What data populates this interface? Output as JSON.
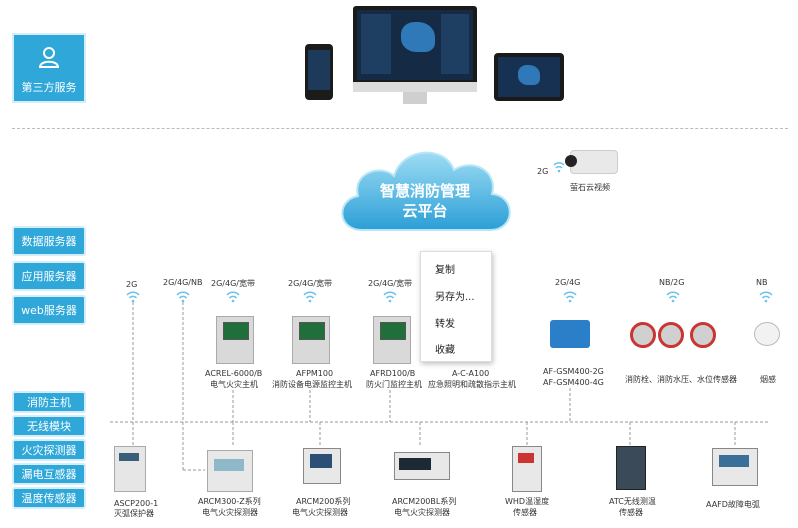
{
  "colors": {
    "accent": "#2fa7d9",
    "line": "#9a9a9a",
    "cloud": "#4fb6e0"
  },
  "third_party": {
    "label": "第三方服务",
    "icon": "user-icon"
  },
  "servers": [
    {
      "label": "数据服务器"
    },
    {
      "label": "应用服务器"
    },
    {
      "label": "web服务器"
    }
  ],
  "layers": [
    {
      "label": "消防主机"
    },
    {
      "label": "无线模块"
    },
    {
      "label": "火灾探测器"
    },
    {
      "label": "漏电互感器"
    },
    {
      "label": "温度传感器"
    }
  ],
  "cloud": {
    "line1": "智慧消防管理",
    "line2": "云平台"
  },
  "camera": {
    "network": "2G",
    "label": "萤石云视频"
  },
  "networks": {
    "n1": "2G",
    "n2": "2G/4G/NB",
    "n3": "2G/4G/宽带",
    "n4": "2G/4G/宽带",
    "n5": "2G/4G/宽带",
    "n6": "2G/4G",
    "n7": "NB/2G",
    "n8": "NB"
  },
  "context_menu": {
    "copy": "复制",
    "save_as": "另存为...",
    "forward": "转发",
    "favorite": "收藏"
  },
  "mid_devices": [
    {
      "name": "ACREL-6000/B",
      "desc": "电气火灾主机"
    },
    {
      "name": "AFPM100",
      "desc": "消防设备电源监控主机"
    },
    {
      "name": "AFRD100/B",
      "desc": "防火门监控主机"
    },
    {
      "name": "A-C-A100",
      "desc": "应急照明和疏散指示主机"
    },
    {
      "name": "AF-GSM400-2G",
      "desc": "AF-GSM400-4G"
    },
    {
      "name": "消防栓、消防水压、水位传感器"
    },
    {
      "name": "烟感"
    }
  ],
  "bottom_devices": [
    {
      "name": "ASCP200-1",
      "desc": "灭弧保护器"
    },
    {
      "name": "ARCM300-Z系列",
      "desc": "电气火灾探测器"
    },
    {
      "name": "ARCM200系列",
      "desc": "电气火灾探测器"
    },
    {
      "name": "ARCM200BL系列",
      "desc": "电气火灾探测器"
    },
    {
      "name": "WHD温湿度",
      "desc": "传感器"
    },
    {
      "name": "ATC无线测温",
      "desc": "传感器"
    },
    {
      "name": "AAFD故障电弧"
    }
  ]
}
